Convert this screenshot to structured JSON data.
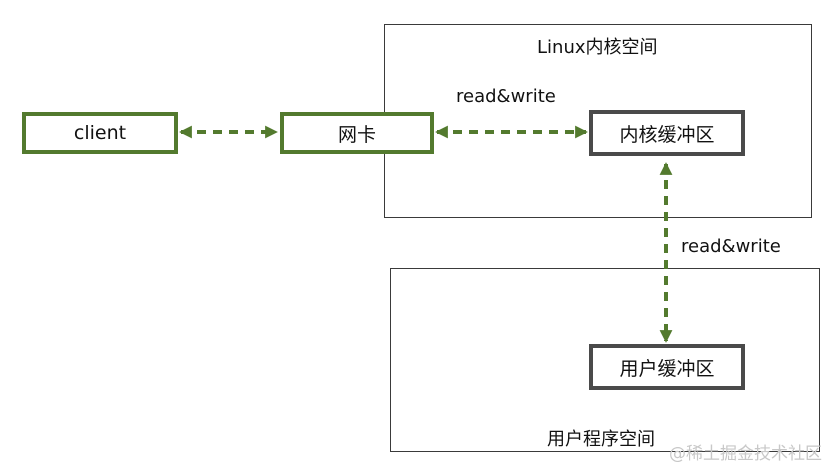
{
  "kernel_space": {
    "label": "Linux内核空间"
  },
  "user_space": {
    "label": "用户程序空间"
  },
  "nodes": {
    "client": "client",
    "nic": "网卡",
    "kernel_buffer": "内核缓冲区",
    "user_buffer": "用户缓冲区"
  },
  "edges": {
    "nic_kernel_label": "read&write",
    "kernel_user_label": "read&write"
  },
  "colors": {
    "arrow": "#537a2e",
    "green_border": "#537a2e",
    "dark_border": "#4a4a4a"
  },
  "watermark": "@稀土掘金技术社区"
}
